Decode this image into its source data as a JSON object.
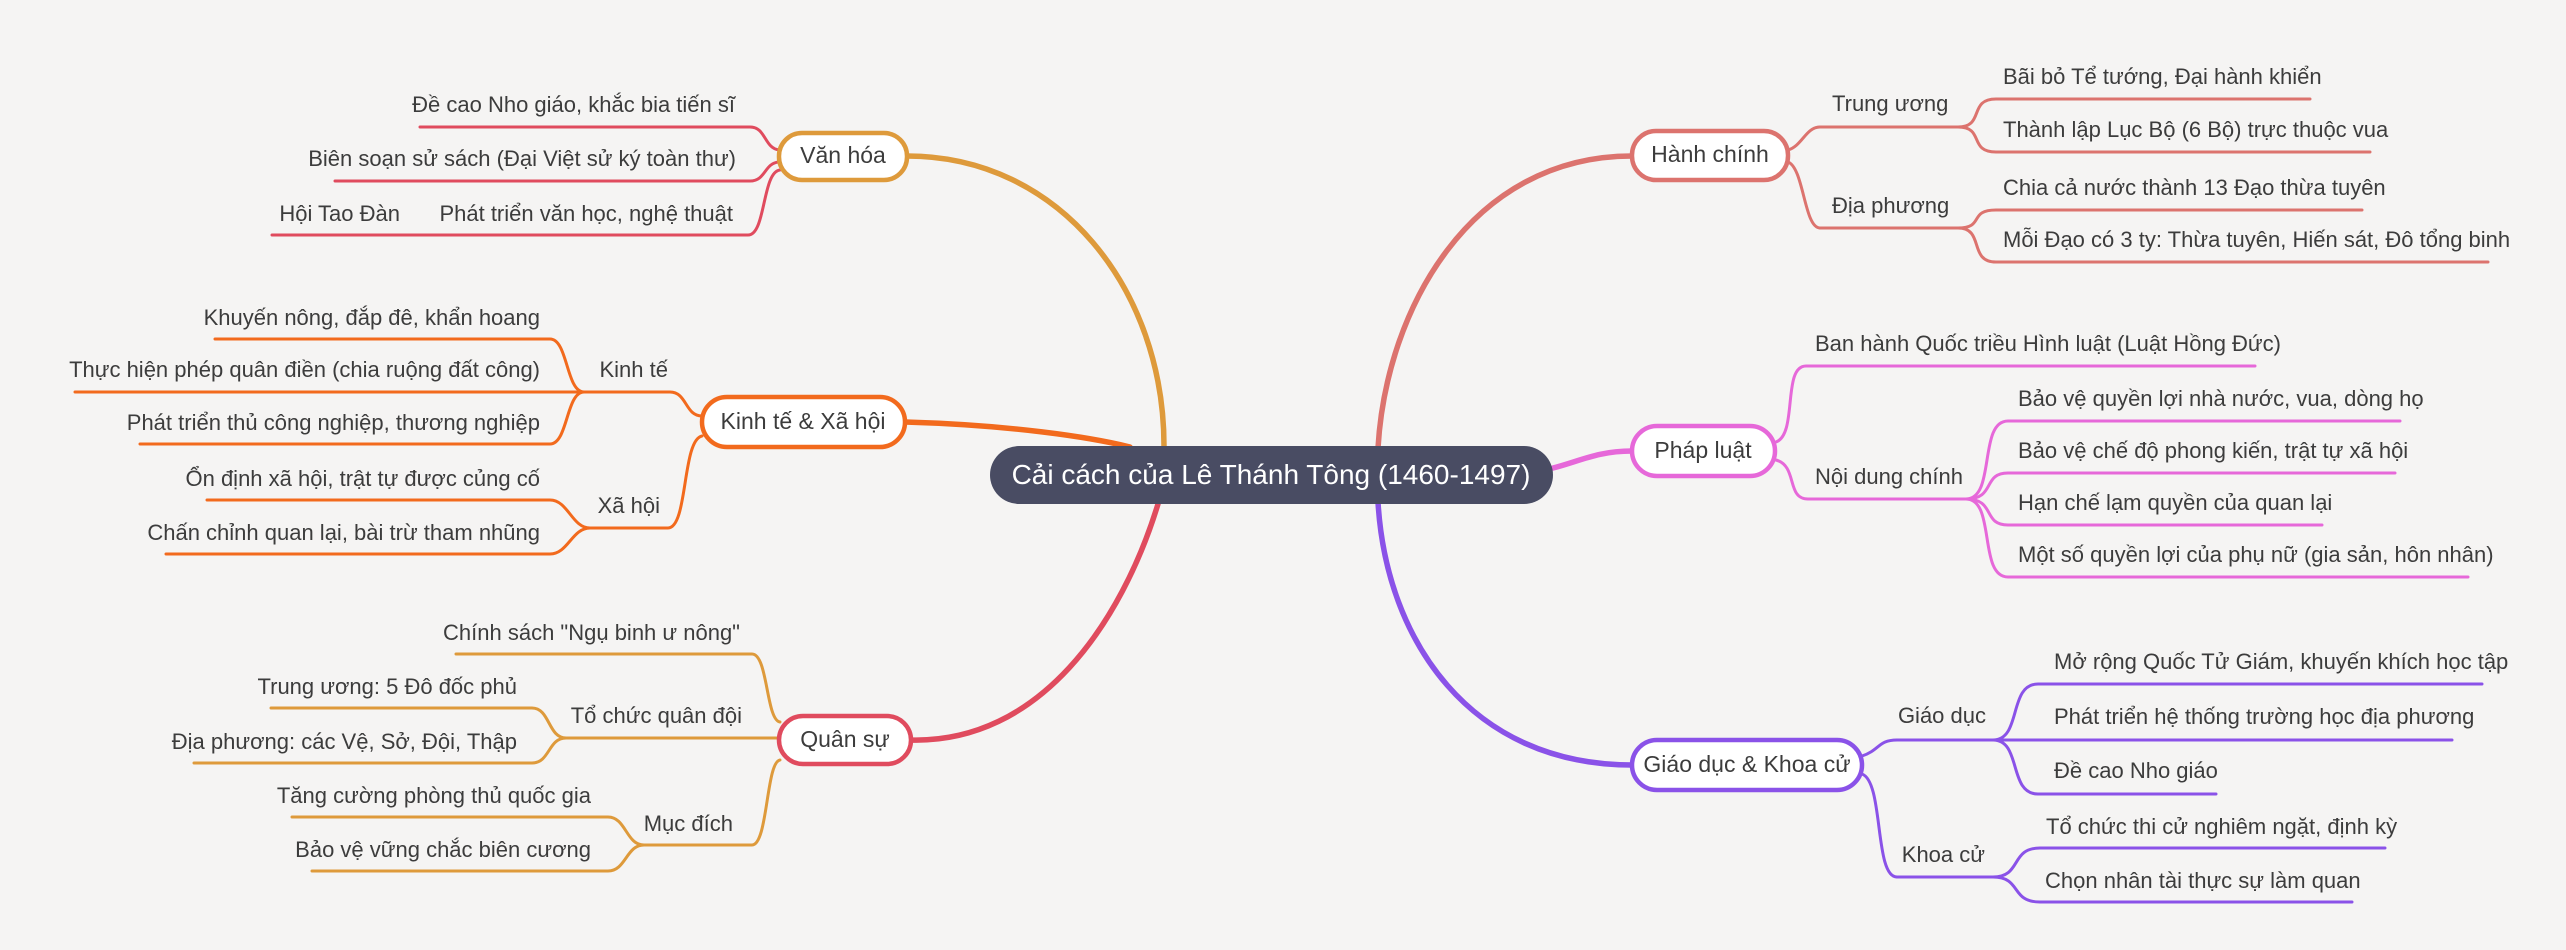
{
  "colors": {
    "background": "#f5f4f3",
    "text": "#3c3c3c",
    "center_bg": "#494c63",
    "center_text": "#ffffff",
    "amber": "#de9a3b",
    "crimson": "#e04b5e",
    "orange": "#f26a1d",
    "salmon": "#dc736e",
    "orchid": "#e668d9",
    "purple": "#8a52e8"
  },
  "map": {
    "root": {
      "label": "Cải cách của Lê Thánh Tông (1460-1497)"
    },
    "left": [
      {
        "label": "Văn hóa",
        "color": "amber",
        "children": [
          {
            "label": "Đề cao Nho giáo, khắc bia tiến sĩ"
          },
          {
            "label": "Biên soạn sử sách (Đại Việt sử ký toàn thư)"
          },
          {
            "label": "Phát triển văn học, nghệ thuật",
            "children": [
              {
                "label": "Hội Tao Đàn"
              }
            ]
          }
        ]
      },
      {
        "label": "Kinh tế & Xã hội",
        "color": "orange",
        "children": [
          {
            "label": "Kinh tế",
            "children": [
              {
                "label": "Khuyến nông, đắp đê, khẩn hoang"
              },
              {
                "label": "Thực hiện phép quân điền (chia ruộng đất công)"
              },
              {
                "label": "Phát triển thủ công nghiệp, thương nghiệp"
              }
            ]
          },
          {
            "label": "Xã hội",
            "children": [
              {
                "label": "Ổn định xã hội, trật tự được củng cố"
              },
              {
                "label": "Chấn chỉnh quan lại, bài trừ tham nhũng"
              }
            ]
          }
        ]
      },
      {
        "label": "Quân sự",
        "color": "crimson",
        "children": [
          {
            "label": "Chính sách \"Ngụ binh ư nông\""
          },
          {
            "label": "Tổ chức quân đội",
            "children": [
              {
                "label": "Trung ương: 5 Đô đốc phủ"
              },
              {
                "label": "Địa phương: các Vệ, Sở, Đội, Thập"
              }
            ]
          },
          {
            "label": "Mục đích",
            "children": [
              {
                "label": "Tăng cường phòng thủ quốc gia"
              },
              {
                "label": "Bảo vệ vững chắc biên cương"
              }
            ]
          }
        ]
      }
    ],
    "right": [
      {
        "label": "Hành chính",
        "color": "salmon",
        "children": [
          {
            "label": "Trung ương",
            "children": [
              {
                "label": "Bãi bỏ Tể tướng, Đại hành khiển"
              },
              {
                "label": "Thành lập Lục Bộ (6 Bộ) trực thuộc vua"
              }
            ]
          },
          {
            "label": "Địa phương",
            "children": [
              {
                "label": "Chia cả nước thành 13 Đạo thừa tuyên"
              },
              {
                "label": "Mỗi Đạo có 3 ty: Thừa tuyên, Hiến sát, Đô tổng binh"
              }
            ]
          }
        ]
      },
      {
        "label": "Pháp luật",
        "color": "orchid",
        "children": [
          {
            "label": "Ban hành Quốc triều Hình luật (Luật Hồng Đức)"
          },
          {
            "label": "Nội dung chính",
            "children": [
              {
                "label": "Bảo vệ quyền lợi nhà nước, vua, dòng họ"
              },
              {
                "label": "Bảo vệ chế độ phong kiến, trật tự xã hội"
              },
              {
                "label": "Hạn chế lạm quyền của quan lại"
              },
              {
                "label": "Một số quyền lợi của phụ nữ (gia sản, hôn nhân)"
              }
            ]
          }
        ]
      },
      {
        "label": "Giáo dục & Khoa cử",
        "color": "purple",
        "children": [
          {
            "label": "Giáo dục",
            "children": [
              {
                "label": "Mở rộng Quốc Tử Giám, khuyến khích học tập"
              },
              {
                "label": "Phát triển hệ thống trường học địa phương"
              },
              {
                "label": "Đề cao Nho giáo"
              }
            ]
          },
          {
            "label": "Khoa cử",
            "children": [
              {
                "label": "Tổ chức thi cử nghiêm ngặt, định kỳ"
              },
              {
                "label": "Chọn nhân tài thực sự làm quan"
              }
            ]
          }
        ]
      }
    ]
  }
}
